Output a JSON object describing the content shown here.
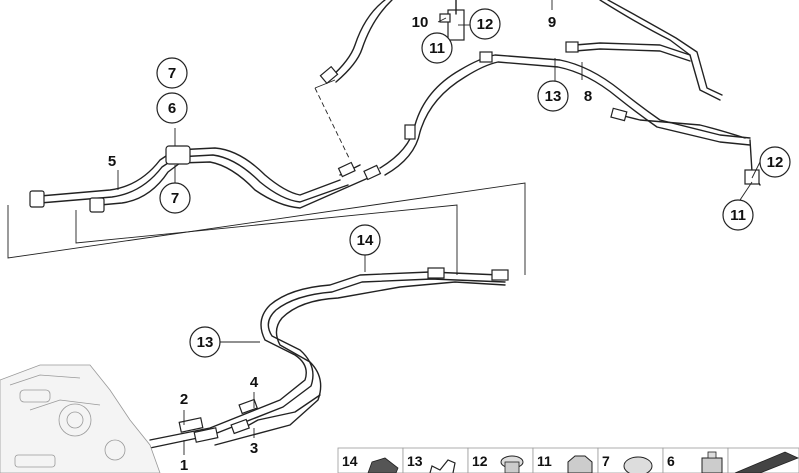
{
  "callouts": {
    "c1": "1",
    "c2": "2",
    "c3": "3",
    "c4": "4",
    "c5": "5",
    "c6": "6",
    "c7a": "7",
    "c7b": "7",
    "c8": "8",
    "c9": "9",
    "c10": "10",
    "c11a": "11",
    "c11b": "11",
    "c12a": "12",
    "c12b": "12",
    "c13a": "13",
    "c13b": "13",
    "c14": "14"
  },
  "legend": [
    {
      "label": "14"
    },
    {
      "label": "13"
    },
    {
      "label": "12"
    },
    {
      "label": "11"
    },
    {
      "label": "7"
    },
    {
      "label": "6"
    },
    {
      "label": ""
    }
  ]
}
